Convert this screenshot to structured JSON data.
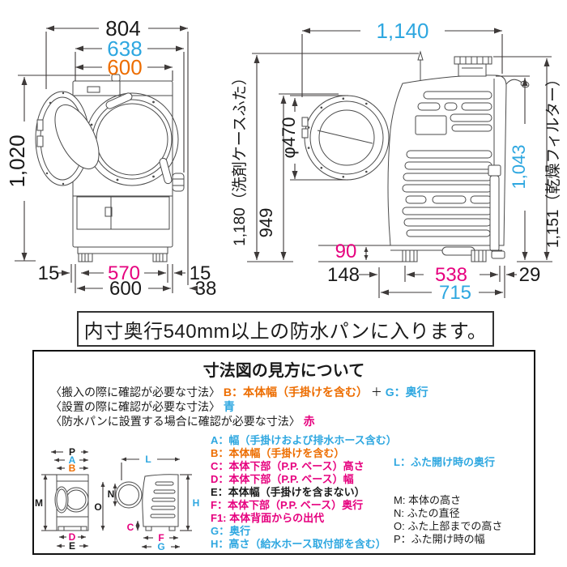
{
  "colors": {
    "blue": "#2EA7E0",
    "orange": "#ED6D00",
    "magenta": "#E6007E",
    "black": "#1A1A1A",
    "line": "#3E3A39"
  },
  "front": {
    "total_width": "804",
    "width_incl_handle": "638",
    "body_width": "600",
    "body_height": "1,020",
    "base_gap_left": "15",
    "base_width": "570",
    "bottom_width": "600",
    "base_gap_right": "15",
    "rear_offset": "38"
  },
  "side": {
    "total_depth": "1,140",
    "height_detergent_lid": "1,180（洗剤ケースふた）",
    "height_door_top": "949",
    "door_diameter": "φ470",
    "base_height": "90",
    "front_offset": "148",
    "base_depth": "538",
    "rear_offset": "29",
    "base_total_depth": "715",
    "body_height": "1,043",
    "height_dry_filter": "1,151（乾燥フィルター）"
  },
  "note": "内寸奥行540mm以上の防水パンに入ります。",
  "legend": {
    "title": "寸法図の見方について",
    "line1": {
      "prefix": "〈搬入の際に確認が必要な寸法〉",
      "b": "B：本体幅（手掛けを含む）",
      "plus": "＋",
      "g": "G：奥行"
    },
    "line2": {
      "prefix": "〈設置の際に確認が必要な寸法〉",
      "value": "青"
    },
    "line3": {
      "prefix": "〈防水パンに設置する場合に確認が必要な寸法〉",
      "value": "赤"
    },
    "items_center": [
      {
        "label": "A：幅（手掛けおよび排水ホース含む）"
      },
      {
        "label": "B：本体幅（手掛けを含む）"
      },
      {
        "label": "C：本体下部（P.P. ベース）高さ"
      },
      {
        "label": "D：本体下部（P.P. ベース）幅"
      },
      {
        "label": "E：本体幅（手掛けを含まない）"
      },
      {
        "label": "F：本体下部（P.P. ベース）奥行"
      },
      {
        "label": "F1: 本体背面からの出代"
      },
      {
        "label": "G：奥行"
      },
      {
        "label": "H：高さ（給水ホース取付部を含む）"
      }
    ],
    "item_l": {
      "label": "L：ふた開け時の奥行"
    },
    "items_right": [
      {
        "label": "M: 本体の高さ"
      },
      {
        "label": "N: ふたの直径"
      },
      {
        "label": "O: ふた上部までの高さ"
      },
      {
        "label": "P：ふた開け時の幅"
      }
    ],
    "mini": {
      "P": "P",
      "A": "A",
      "B": "B",
      "M": "M",
      "D": "D",
      "E": "E",
      "L": "L",
      "N": "N",
      "O": "O",
      "C": "C",
      "F": "F",
      "G": "G",
      "H": "H"
    }
  }
}
